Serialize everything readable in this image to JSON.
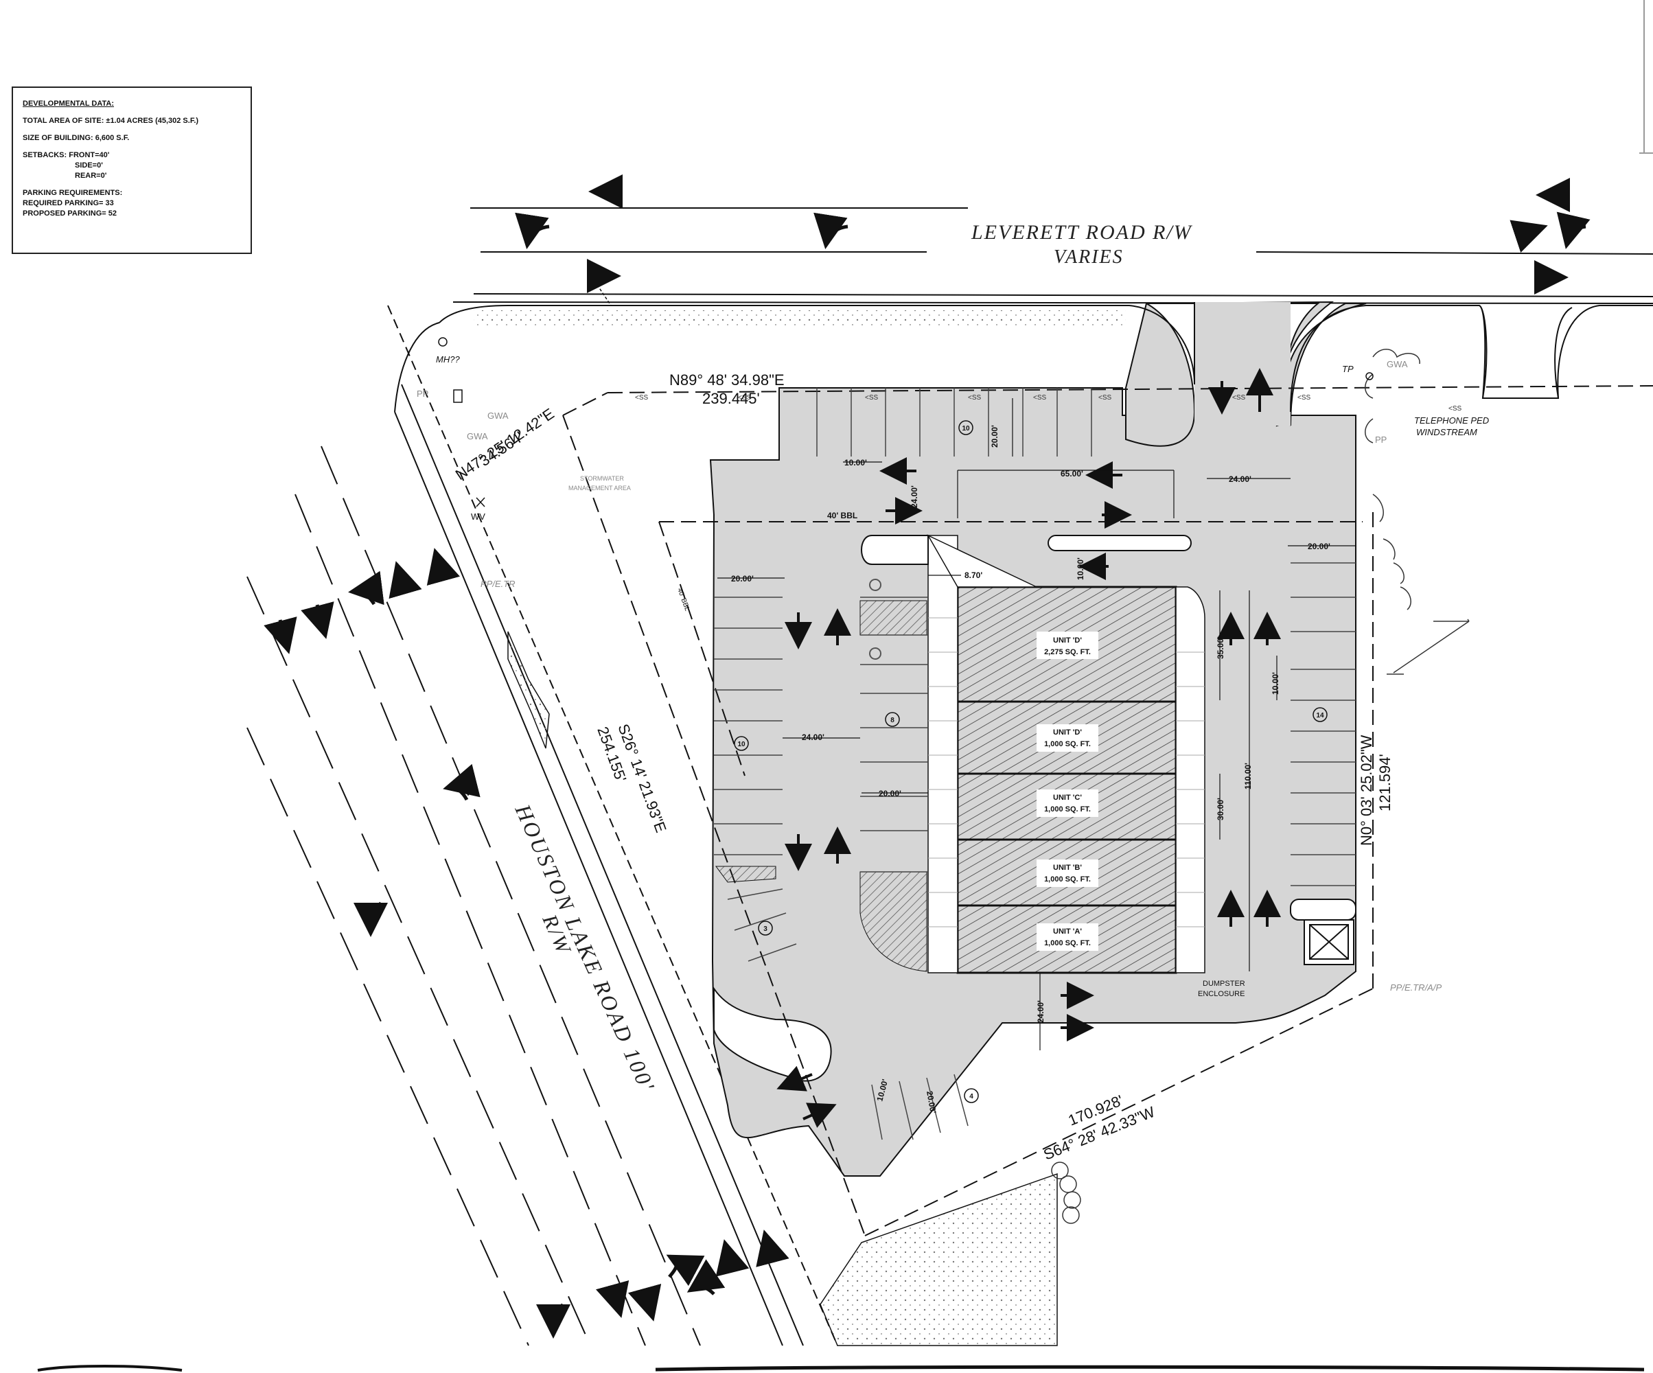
{
  "dev_data": {
    "title": "DEVELOPMENTAL DATA:",
    "total_area": "TOTAL AREA OF SITE: ±1.04 ACRES (45,302 S.F.)",
    "building_size": "SIZE OF BUILDING: 6,600 S.F.",
    "setbacks_front": "SETBACKS: FRONT=40'",
    "setbacks_side": "SIDE=0'",
    "setbacks_rear": "REAR=0'",
    "parking_title": "PARKING REQUIREMENTS:",
    "parking_required": "REQUIRED PARKING= 33",
    "parking_proposed": "PROPOSED PARKING= 52"
  },
  "roads": {
    "leverett_line1": "LEVERETT ROAD R/W",
    "leverett_line2": "VARIES",
    "houston_line1": "HOUSTON LAKE ROAD 100'",
    "houston_line2": "R/W"
  },
  "bearings": {
    "north_bearing": "N89° 48' 34.98\"E",
    "north_dist": "239.445'",
    "corner_bearing": "N47° 25' 12.42\"E",
    "corner_dist": "34.564'",
    "west_bearing": "S26° 14' 21.93\"E",
    "west_dist": "254.155'",
    "east_bearing": "N0° 03' 25.02\"W",
    "east_dist": "121.594'",
    "south_bearing": "S64° 28' 42.33\"W",
    "south_dist": "170.928'"
  },
  "units": [
    {
      "name": "UNIT 'D'",
      "area": "2,275 SQ. FT."
    },
    {
      "name": "UNIT 'D'",
      "area": "1,000 SQ. FT."
    },
    {
      "name": "UNIT 'C'",
      "area": "1,000 SQ. FT."
    },
    {
      "name": "UNIT 'B'",
      "area": "1,000 SQ. FT."
    },
    {
      "name": "UNIT 'A'",
      "area": "1,000 SQ. FT."
    }
  ],
  "labels": {
    "mh": "MH??",
    "pp": "PP",
    "gwa1": "GWA",
    "gwa2": "GWA",
    "wv": "WV",
    "pp_etr": "PP/E.TR",
    "stormwater1": "STORMWATER",
    "stormwater2": "MANAGEMENT AREA",
    "tp": "TP",
    "telephone1": "TELEPHONE PED",
    "telephone2": "WINDSTREAM",
    "gwa_tone": "GWA",
    "pp_right": "PP",
    "dumpster1": "DUMPSTER",
    "dumpster2": "ENCLOSURE",
    "pp_etr_ap": "PP/E.TR/A/P",
    "setback_40": "40' BBL"
  },
  "dims": {
    "d10a": "10.00'",
    "d20a": "20.00'",
    "d65": "65.00'",
    "d24a": "24.00'",
    "d24b": "24.00'",
    "d40": "40' BBL",
    "d20b": "20.00'",
    "d20c": "20.00'",
    "d870": "8.70'",
    "d10b": "10.00'",
    "d24c": "24.00'",
    "d20d": "20.00'",
    "d35": "35.00'",
    "d10c": "10.00'",
    "d110": "110.00'",
    "d30": "30.00'",
    "d24d": "24.00'",
    "d10d": "10.00'",
    "d20e": "20.00'"
  },
  "stall_counts": {
    "c1": "10",
    "c2": "8",
    "c3": "10",
    "c4": "14",
    "c5": "3",
    "c6": "4"
  },
  "colors": {
    "pavement": "#d6d6d6",
    "line": "#1a1a1a",
    "gray_text": "#8a8a8a"
  }
}
